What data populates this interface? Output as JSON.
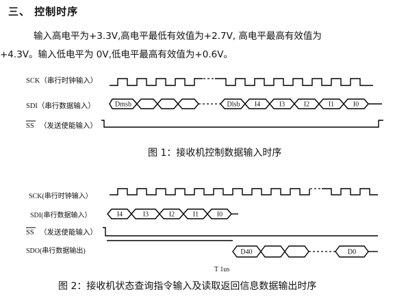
{
  "heading": "三、  控制时序",
  "paragraph": {
    "line1": "输入高电平为+3.3V,高电平最低有效值为+2.7V, 高电平最高有效值为",
    "line2": "+4.3V。输入低电平为 0V,低电平最高有效值为+0.6V。"
  },
  "figure1": {
    "signals": {
      "sck": "SCK（串行时钟输入）",
      "sdi": "SDI（串行数据输入）",
      "ss_bar": "SS",
      "ss_desc": "（发送使能输入）"
    },
    "sdi_bits": [
      "Dmsb",
      "Dlsb",
      "I4",
      "I3",
      "I2",
      "I1",
      "I0"
    ],
    "caption": "图 1：接收机控制数据输入时序"
  },
  "figure2": {
    "signals": {
      "sck": "SCK(串行时钟输入）",
      "sdi": "SDI(串行数据输入）",
      "ss_bar": "SS",
      "ss_desc": "（发送使能输入）",
      "sdo": "SDO(串行数据输出)"
    },
    "sdi_bits": [
      "I4",
      "I3",
      "I2",
      "I1",
      "I0"
    ],
    "sdo_bits": [
      "D40",
      "D0"
    ],
    "timing_note": "T  1us",
    "caption": "图 2：接收机状态查询指令输入及读取返回信息数据输出时序"
  }
}
